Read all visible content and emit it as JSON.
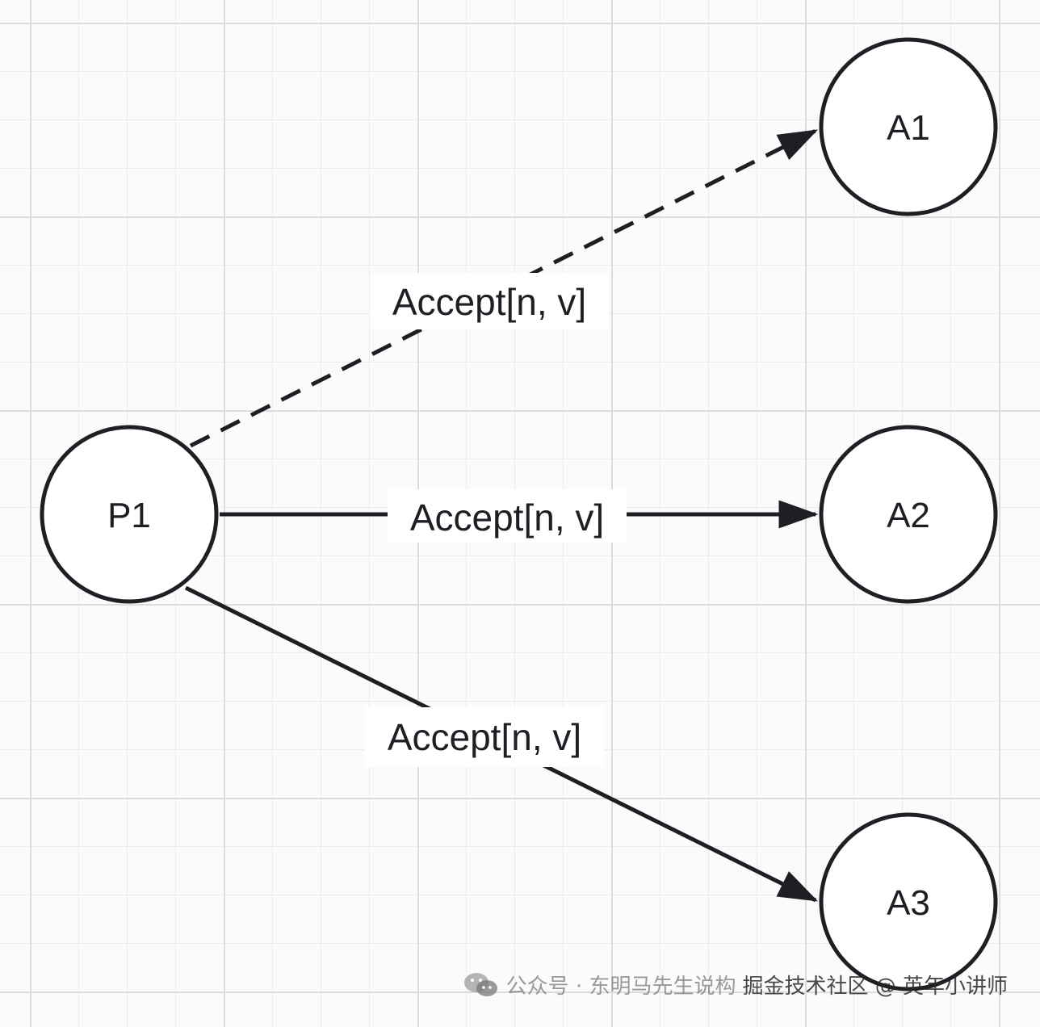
{
  "nodes": [
    {
      "id": "P1",
      "label": "P1"
    },
    {
      "id": "A1",
      "label": "A1"
    },
    {
      "id": "A2",
      "label": "A2"
    },
    {
      "id": "A3",
      "label": "A3"
    }
  ],
  "edges": [
    {
      "from": "P1",
      "to": "A1",
      "label": "Accept[n, v]",
      "style": "dashed"
    },
    {
      "from": "P1",
      "to": "A2",
      "label": "Accept[n, v]",
      "style": "solid"
    },
    {
      "from": "P1",
      "to": "A3",
      "label": "Accept[n, v]",
      "style": "solid"
    }
  ],
  "watermark": {
    "icon": "wechat-icon",
    "prefix": "公众号 · 东明马先生说构",
    "text": "掘金技术社区 @ 英年小讲师"
  },
  "colors": {
    "stroke": "#1d1f24",
    "background": "#fbfbfb",
    "grid": "#dcdcdc"
  }
}
